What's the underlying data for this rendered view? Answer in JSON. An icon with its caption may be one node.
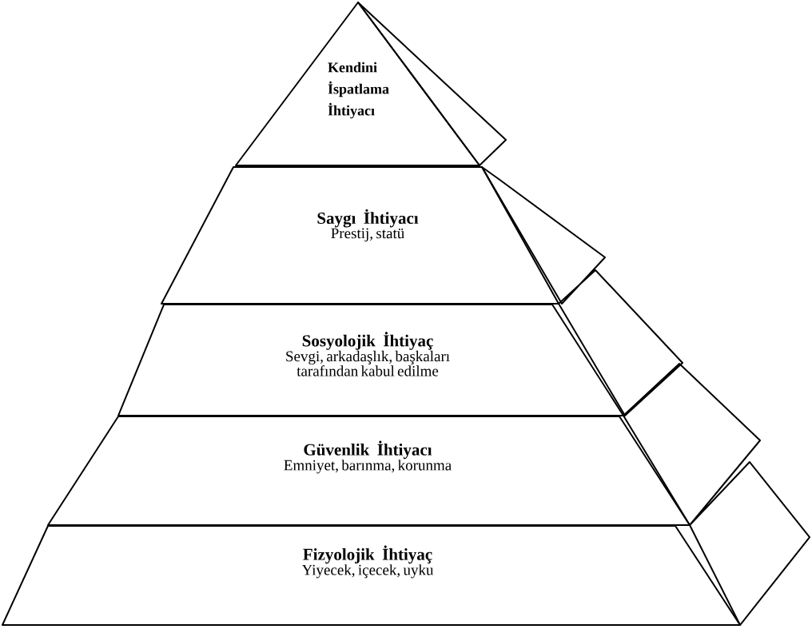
{
  "diagram": {
    "nodes": [
      {
        "text": [
          "Kendini İspatlama İhtiyacı"
        ]
      },
      {
        "text": [
          "Saygı İhtiyacı",
          "Prestij, statü"
        ]
      },
      {
        "text": [
          "Sosyolojik İhtiyaç",
          "Sevgi, arkadaşlık, başkaları tarafından kabul edilme"
        ]
      },
      {
        "text": [
          "Güvenlik İhtiyacı",
          "Emniyet, barınma, korunma"
        ]
      },
      {
        "text": [
          "Fizyolojik İhtiyaç",
          "Yiyecek, içecek, uyku"
        ]
      }
    ]
  }
}
